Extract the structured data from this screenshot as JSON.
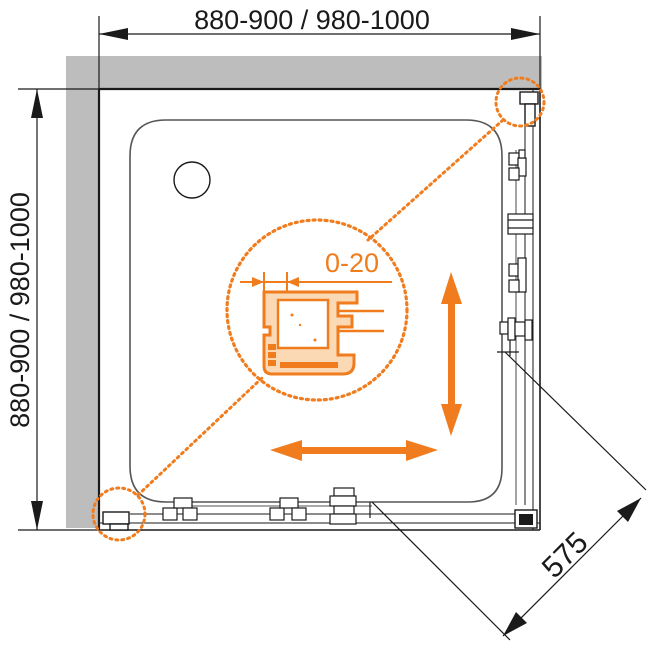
{
  "dimensions": {
    "top_label": "880-900 / 980-1000",
    "left_label": "880-900 / 980-1000",
    "door_label": "575",
    "gap_label": "0-20"
  },
  "colors": {
    "accent": "#F07C1E",
    "wall": "#BDBDBD",
    "line": "#1A1A1A",
    "tray": "#555555",
    "profile_fill": "#FBD9B5"
  },
  "arrows": {
    "vertical": "double-headed",
    "horizontal": "double-headed"
  }
}
